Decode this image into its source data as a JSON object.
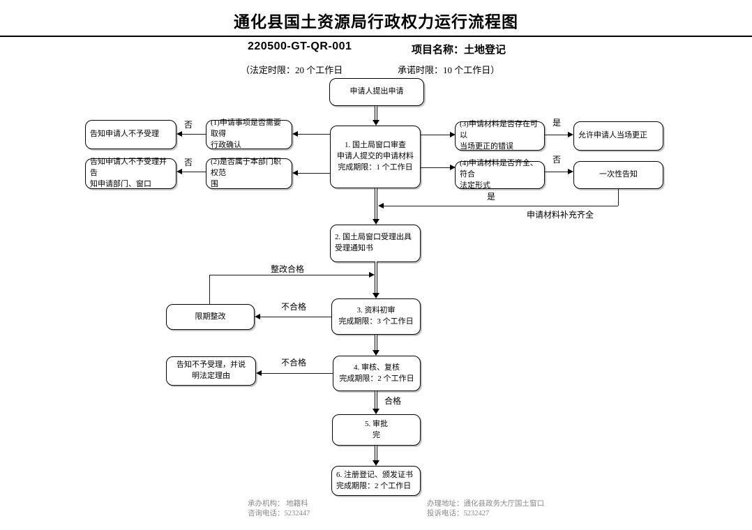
{
  "header": {
    "title": "通化县国土资源局行政权力运行流程图",
    "code": "220500-GT-QR-001",
    "project": "项目名称：土地登记",
    "statutory": "（法定时限：20 个工作日",
    "promised": "承诺时限：10 个工作日）"
  },
  "nodes": {
    "start": {
      "lines": [
        "申请人提出申请"
      ]
    },
    "step1": {
      "lines": [
        "1. 国土局窗口审查",
        "申请人提交的申请材料",
        "完成期限：1 个工作日"
      ]
    },
    "d1": {
      "lines": [
        "(1)申请事项是否需要取得",
        "行政确认"
      ]
    },
    "o1": {
      "lines": [
        "告知申请人不予受理"
      ]
    },
    "d2": {
      "lines": [
        "(2)是否属于本部门职权范",
        "围"
      ]
    },
    "o2": {
      "lines": [
        "告知申请人不予受理并告",
        "知申请部门、窗口"
      ]
    },
    "d3": {
      "lines": [
        "(3)申请材料是否存在可以",
        "当场更正的错误"
      ]
    },
    "o3": {
      "lines": [
        "允许申请人当场更正"
      ]
    },
    "d4": {
      "lines": [
        "(4)申请材料是否齐全、符合",
        "法定形式"
      ]
    },
    "o4": {
      "lines": [
        "一次性告知"
      ]
    },
    "step2": {
      "lines": [
        "2. 国土局窗口受理出具",
        "受理通知书"
      ]
    },
    "step3": {
      "lines": [
        "3. 资料初审",
        "完成期限：3 个工作日"
      ]
    },
    "fix": {
      "lines": [
        "限期整改"
      ]
    },
    "step4": {
      "lines": [
        "4. 审核、复核",
        "完成期限：2 个工作日"
      ]
    },
    "reject": {
      "lines": [
        "告知不予受理，并说",
        "明法定理由"
      ]
    },
    "step5": {
      "lines": [
        "5. 审批",
        "完"
      ]
    },
    "step6": {
      "lines": [
        "6. 注册登记、颁发证书",
        "完成期限：2 个工作日"
      ]
    }
  },
  "edge_labels": {
    "no1": "否",
    "no2": "否",
    "yes3": "是",
    "no4": "否",
    "yes4": "是",
    "supplement": "申请材料补充齐全",
    "rectify_ok": "整改合格",
    "fail1": "不合格",
    "fail2": "不合格",
    "pass": "合格"
  },
  "footer": {
    "agency": "承办机构：  地籍科",
    "consult_phone": "咨询电话：5232447",
    "address": "办理地址：通化县政务大厅国土窗口",
    "complaint_phone": "投诉电话：5232427"
  }
}
